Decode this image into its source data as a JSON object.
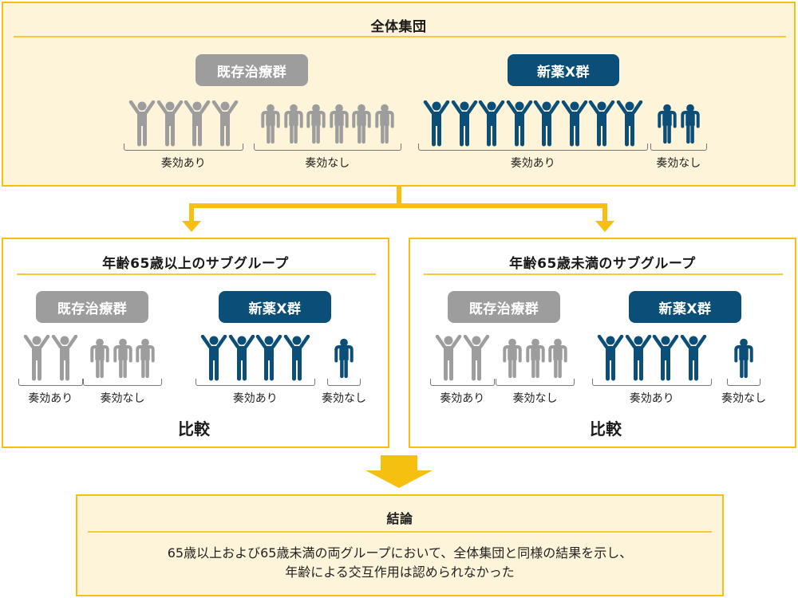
{
  "overall": {
    "title": "全体集団",
    "control": {
      "label": "既存治療群",
      "responders": 4,
      "non_responders": 6
    },
    "treatment": {
      "label": "新薬X群",
      "responders": 8,
      "non_responders": 2
    },
    "responder_label": "奏効あり",
    "non_responder_label": "奏効なし"
  },
  "subgroups": [
    {
      "title": "年齢65歳以上のサブグループ",
      "control": {
        "label": "既存治療群",
        "responders": 2,
        "non_responders": 3
      },
      "treatment": {
        "label": "新薬X群",
        "responders": 4,
        "non_responders": 1
      },
      "responder_label": "奏効あり",
      "non_responder_label": "奏効なし",
      "compare_label": "比較"
    },
    {
      "title": "年齢65歳未満のサブグループ",
      "control": {
        "label": "既存治療群",
        "responders": 2,
        "non_responders": 3
      },
      "treatment": {
        "label": "新薬X群",
        "responders": 4,
        "non_responders": 1
      },
      "responder_label": "奏効あり",
      "non_responder_label": "奏効なし",
      "compare_label": "比較"
    }
  ],
  "conclusion": {
    "title": "結論",
    "line1": "65歳以上および65歳未満の両グループにおいて、全体集団と同様の結果を示し、",
    "line2": "年齢による交互作用は認められなかった"
  },
  "colors": {
    "accent": "#f5c010",
    "panel_bg": "#fef4d9",
    "control": "#9d9d9d",
    "treatment": "#0b4e78"
  },
  "icons": {
    "responder": "person-arms-raised-icon",
    "non_responder": "person-standing-icon",
    "connector": "arrow-down-icon"
  }
}
